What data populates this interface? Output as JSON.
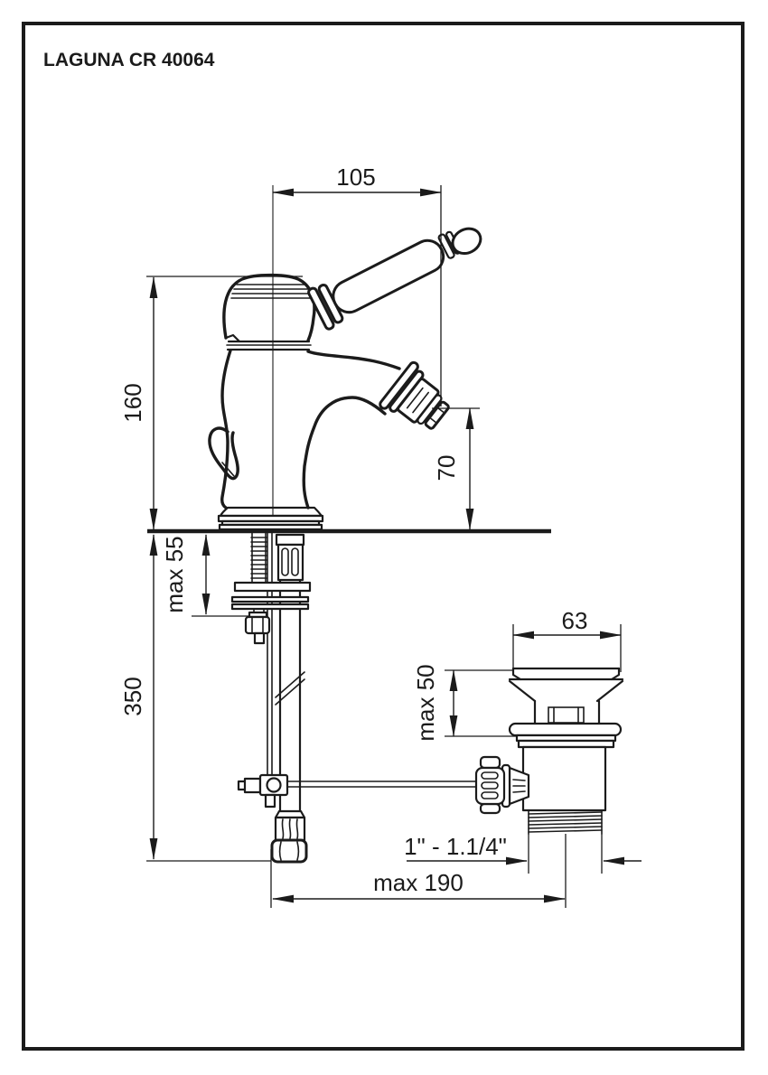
{
  "title": "LAGUNA CR 40064",
  "colors": {
    "ink": "#1b1b1b",
    "paper": "#ffffff"
  },
  "drawing": {
    "type": "technical-dimension-drawing",
    "dimensions": {
      "spout_reach": "105",
      "body_height": "160",
      "spout_height": "70",
      "deck_thickness": "max 55",
      "supply_length": "350",
      "waste_top_width": "63",
      "waste_depth": "max 50",
      "waste_thread": "1\" - 1.1/4\"",
      "waste_offset": "max 190"
    }
  }
}
